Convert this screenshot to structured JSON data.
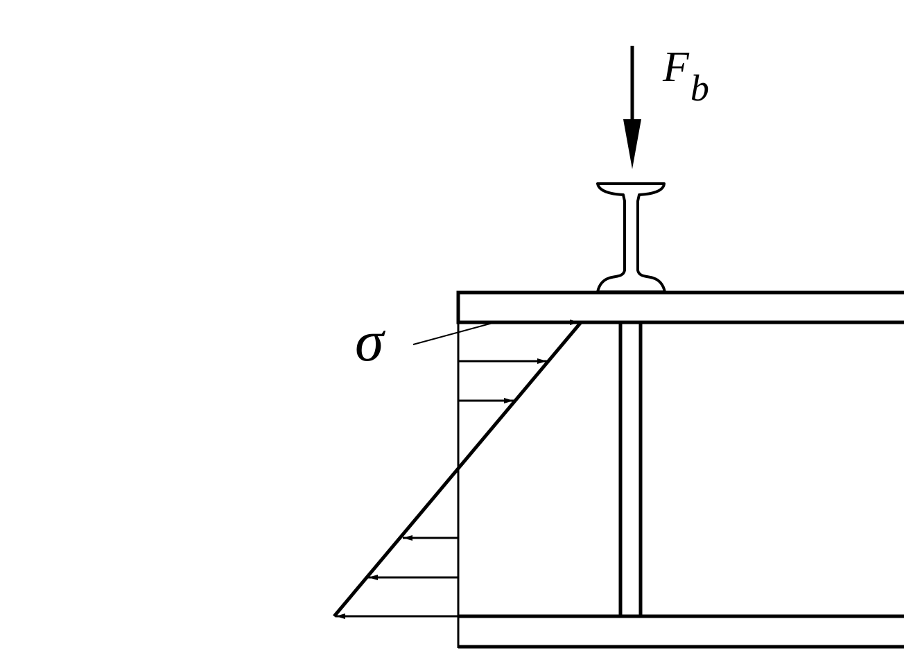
{
  "labels": {
    "force_main": "F",
    "force_sub": "b",
    "stress": "σ"
  },
  "colors": {
    "ink": "#000000",
    "background": "#ffffff"
  }
}
